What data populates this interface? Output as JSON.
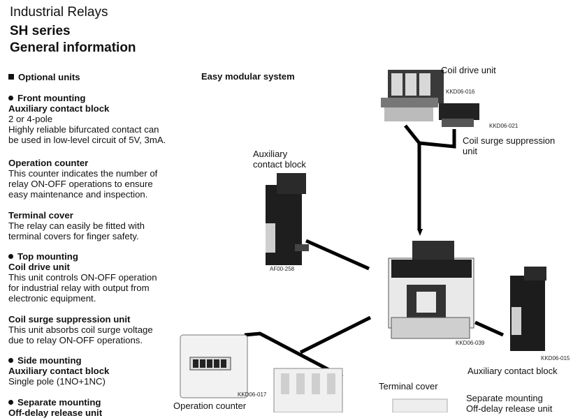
{
  "header": {
    "title": "Industrial Relays",
    "series": "SH series",
    "subtitle": "General information"
  },
  "left": {
    "optional_units": "Optional units",
    "front_mounting": {
      "heading": "Front mounting",
      "aux_title": "Auxiliary contact block",
      "aux_lines": [
        "2 or 4-pole",
        "Highly reliable bifurcated contact can",
        "be used in low-level circuit of 5V, 3mA."
      ],
      "counter_title": "Operation counter",
      "counter_lines": [
        "This counter indicates the number of",
        "relay ON-OFF operations to ensure",
        "easy maintenance and inspection."
      ],
      "cover_title": "Terminal cover",
      "cover_lines": [
        "The relay can easily be fitted with",
        "terminal covers for finger safety."
      ]
    },
    "top_mounting": {
      "heading": "Top mounting",
      "drive_title": "Coil drive unit",
      "drive_lines": [
        "This unit controls ON-OFF operation",
        "for industrial relay with output from",
        "electronic equipment."
      ],
      "surge_title": "Coil surge suppression unit",
      "surge_lines": [
        "This unit absorbs coil surge voltage",
        "due to relay ON-OFF operations."
      ]
    },
    "side_mounting": {
      "heading": "Side mounting",
      "aux_title": "Auxiliary contact block",
      "aux_lines": [
        "Single pole (1NO+1NC)"
      ]
    },
    "separate_mounting": {
      "heading": "Separate mounting",
      "release_title": "Off-delay release unit"
    }
  },
  "diagram": {
    "title": "Easy modular system",
    "labels": {
      "coil_drive": "Coil drive unit",
      "coil_surge_1": "Coil surge suppression",
      "coil_surge_2": "unit",
      "aux_front_1": "Auxiliary",
      "aux_front_2": "contact block",
      "aux_side": "Auxiliary contact block",
      "terminal_cover": "Terminal cover",
      "operation_counter": "Operation counter",
      "separate_1": "Separate mounting",
      "separate_2": "Off-delay release unit"
    },
    "codes": {
      "drive": "KKD06-016",
      "surge": "KKD06-021",
      "aux_front": "AF00-258",
      "relay": "KKD06-039",
      "aux_side": "KKD06-015",
      "counter": "KKD06-017"
    }
  }
}
